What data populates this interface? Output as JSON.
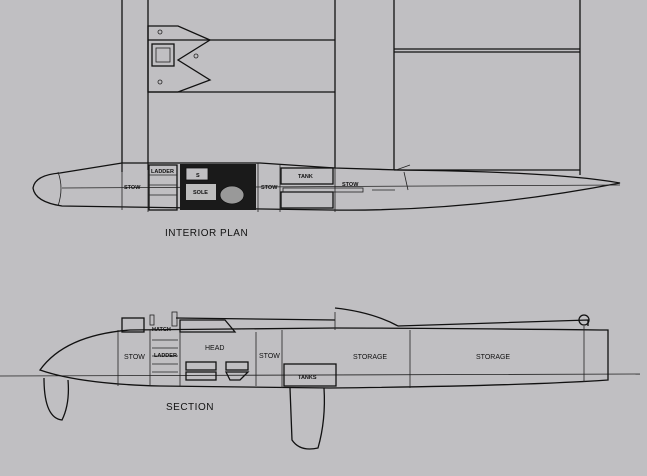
{
  "plan": {
    "caption": "INTERIOR PLAN",
    "labels": {
      "stow_bow": "STOW",
      "ladder": "LADDER",
      "sole": "SOLE",
      "stow_mid": "STOW",
      "tank": "TANK",
      "stow_aft": "STOW",
      "seat": "S"
    }
  },
  "section": {
    "caption": "SECTION",
    "labels": {
      "hatch": "HATCH",
      "ladder": "LADDER",
      "stow_fwd": "STOW",
      "head": "HEAD",
      "stow_mid": "STOW",
      "storage_1": "STORAGE",
      "storage_2": "STORAGE",
      "tanks": "TANKS"
    }
  },
  "colors": {
    "background": "#c0bfc2",
    "ink": "#111111"
  }
}
